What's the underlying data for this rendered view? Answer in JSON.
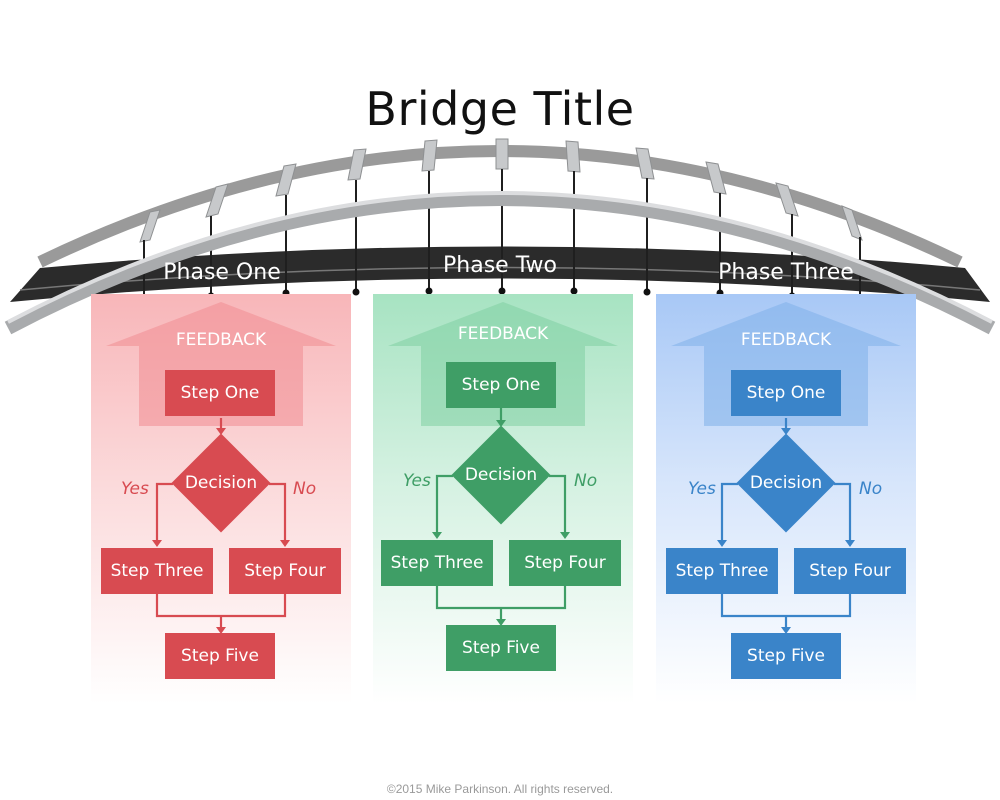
{
  "title": "Bridge Title",
  "phases": [
    {
      "label": "Phase One",
      "feedback": "FEEDBACK",
      "step_one": "Step One",
      "decision": "Decision",
      "yes": "Yes",
      "no": "No",
      "step_three": "Step Three",
      "step_four": "Step Four",
      "step_five": "Step Five",
      "color": "#d84b51"
    },
    {
      "label": "Phase Two",
      "feedback": "FEEDBACK",
      "step_one": "Step One",
      "decision": "Decision",
      "yes": "Yes",
      "no": "No",
      "step_three": "Step Three",
      "step_four": "Step Four",
      "step_five": "Step Five",
      "color": "#3f9e66"
    },
    {
      "label": "Phase Three",
      "feedback": "FEEDBACK",
      "step_one": "Step One",
      "decision": "Decision",
      "yes": "Yes",
      "no": "No",
      "step_three": "Step Three",
      "step_four": "Step Four",
      "step_five": "Step Five",
      "color": "#3a84c9"
    }
  ],
  "footer": "©2015 Mike Parkinson. All rights reserved.",
  "colors": {
    "red": "#d84b51",
    "green": "#3f9e66",
    "blue": "#3a84c9",
    "deck": "#2b2b2b",
    "arch": "#b8b8b8"
  }
}
